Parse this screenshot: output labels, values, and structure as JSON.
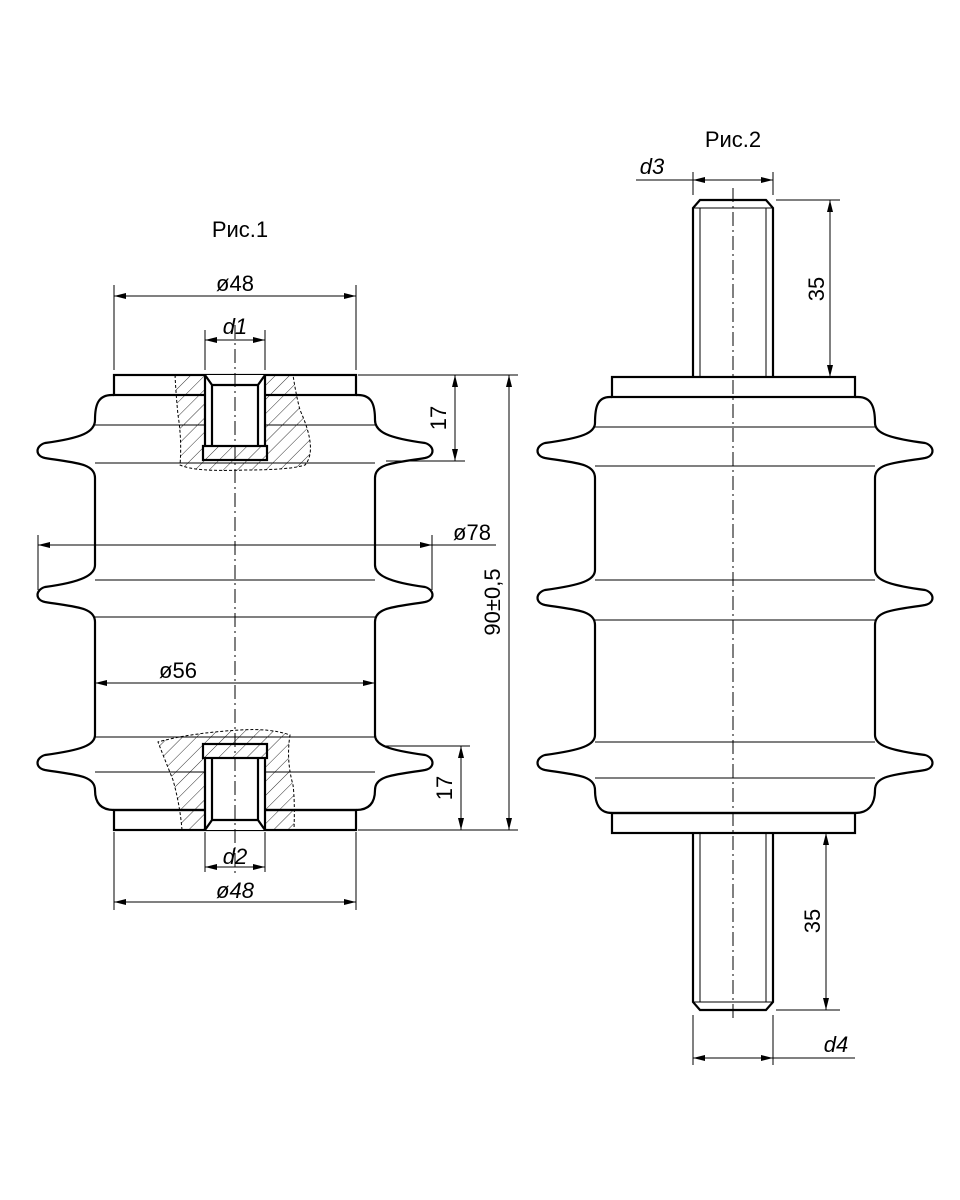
{
  "figures": {
    "fig1_label": "Рис.1",
    "fig2_label": "Рис.2"
  },
  "dimensions": {
    "fig1_top_diameter": "ø48",
    "fig1_bottom_diameter": "ø48",
    "fig1_bore_top": "d1",
    "fig1_bore_bottom": "d2",
    "fig1_outer_diameter": "ø78",
    "fig1_body_diameter": "ø56",
    "fig1_height": "90±0,5",
    "fig1_insert_depth_top": "17",
    "fig1_insert_depth_bottom": "17",
    "fig2_stud_top": "d3",
    "fig2_stud_bottom": "d4",
    "fig2_stud_length_top": "35",
    "fig2_stud_length_bottom": "35"
  }
}
